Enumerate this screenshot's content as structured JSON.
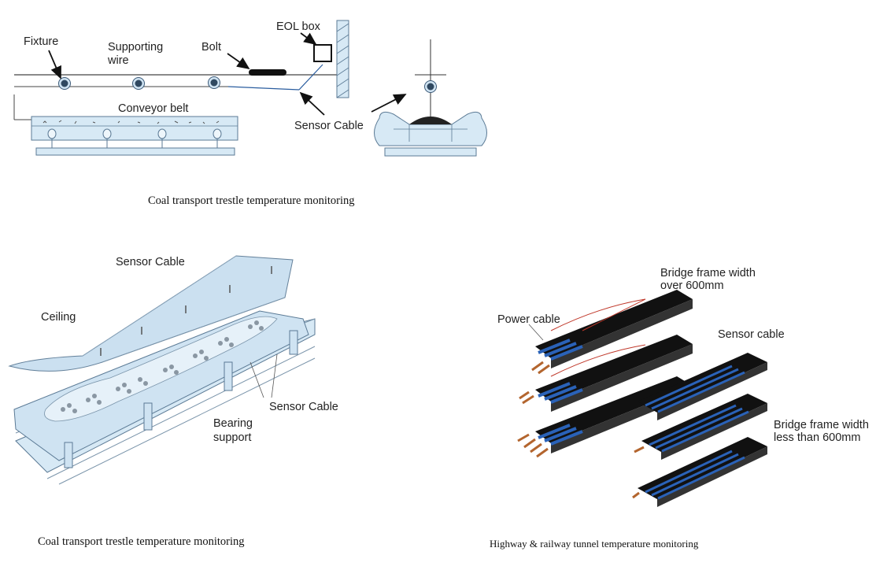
{
  "panel_top": {
    "labels": {
      "fixture": "Fixture",
      "supporting_wire_1": "Supporting",
      "supporting_wire_2": "wire",
      "bolt": "Bolt",
      "eol_box": "EOL box",
      "conveyor_belt": "Conveyor belt",
      "sensor_cable": "Sensor Cable"
    },
    "caption": "Coal transport trestle temperature monitoring"
  },
  "panel_bottom_left": {
    "labels": {
      "sensor_cable_top": "Sensor Cable",
      "ceiling": "Ceiling",
      "sensor_cable_side": "Sensor Cable",
      "bearing_support_1": "Bearing",
      "bearing_support_2": "support"
    },
    "caption": "Coal transport trestle temperature monitoring"
  },
  "panel_bottom_right": {
    "labels": {
      "bridge_over_1": "Bridge frame width",
      "bridge_over_2": "over 600mm",
      "power_cable": "Power cable",
      "sensor_cable": "Sensor cable",
      "bridge_less_1": "Bridge frame width",
      "bridge_less_2": "less than 600mm"
    },
    "caption": "Highway & railway tunnel temperature monitoring"
  }
}
